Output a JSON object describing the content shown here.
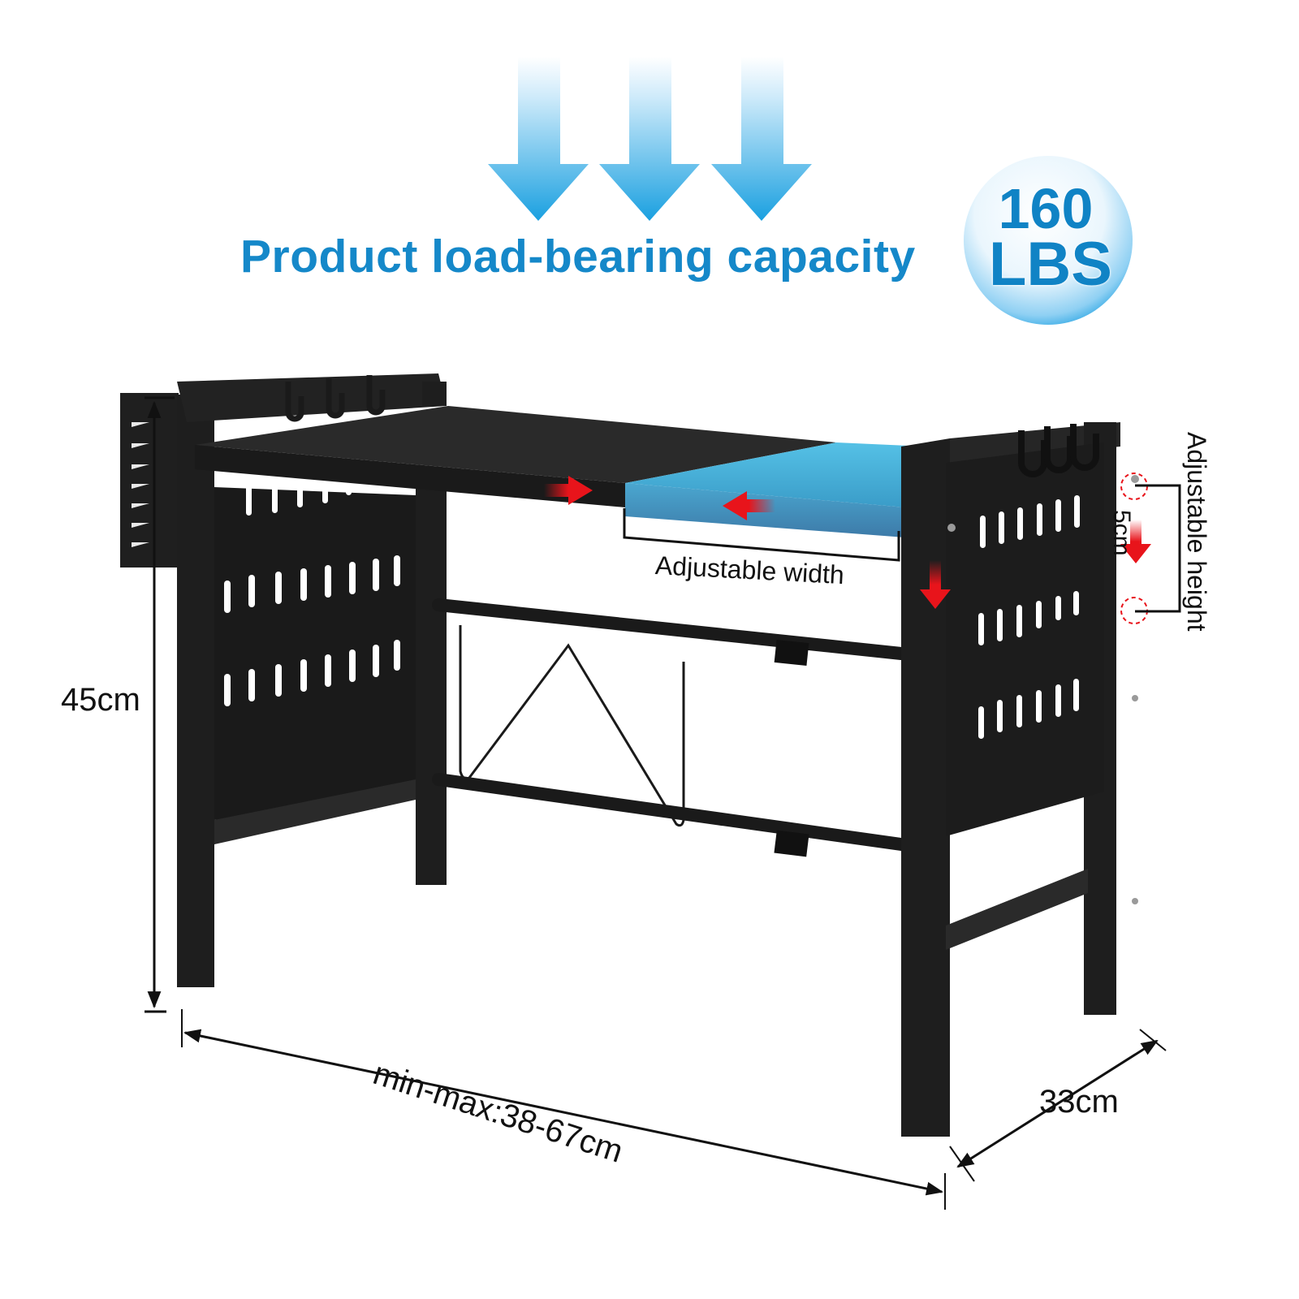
{
  "headline": "Product load-bearing capacity",
  "capacity_badge": {
    "value": "160",
    "unit": "LBS"
  },
  "dimensions": {
    "height": "45cm",
    "width_range": "min-max:38-67cm",
    "depth": "33cm",
    "height_step": "5cm"
  },
  "annotations": {
    "adjustable_width": "Adjustable width",
    "adjustable_height": "Adjustable height"
  },
  "icons": {
    "load_arrows": "arrow-down-icon",
    "width_arrows": "arrow-left-right-icon",
    "height_arrows": "arrow-down-icon"
  },
  "colors": {
    "brand_blue": "#1588c9",
    "arrow_blue_top": "#e9f6fd",
    "arrow_blue_bottom": "#1aa0e0",
    "shelf_blue": "#3ea9d3",
    "metal_black": "#1e1e1e",
    "accent_red": "#e8141b"
  }
}
